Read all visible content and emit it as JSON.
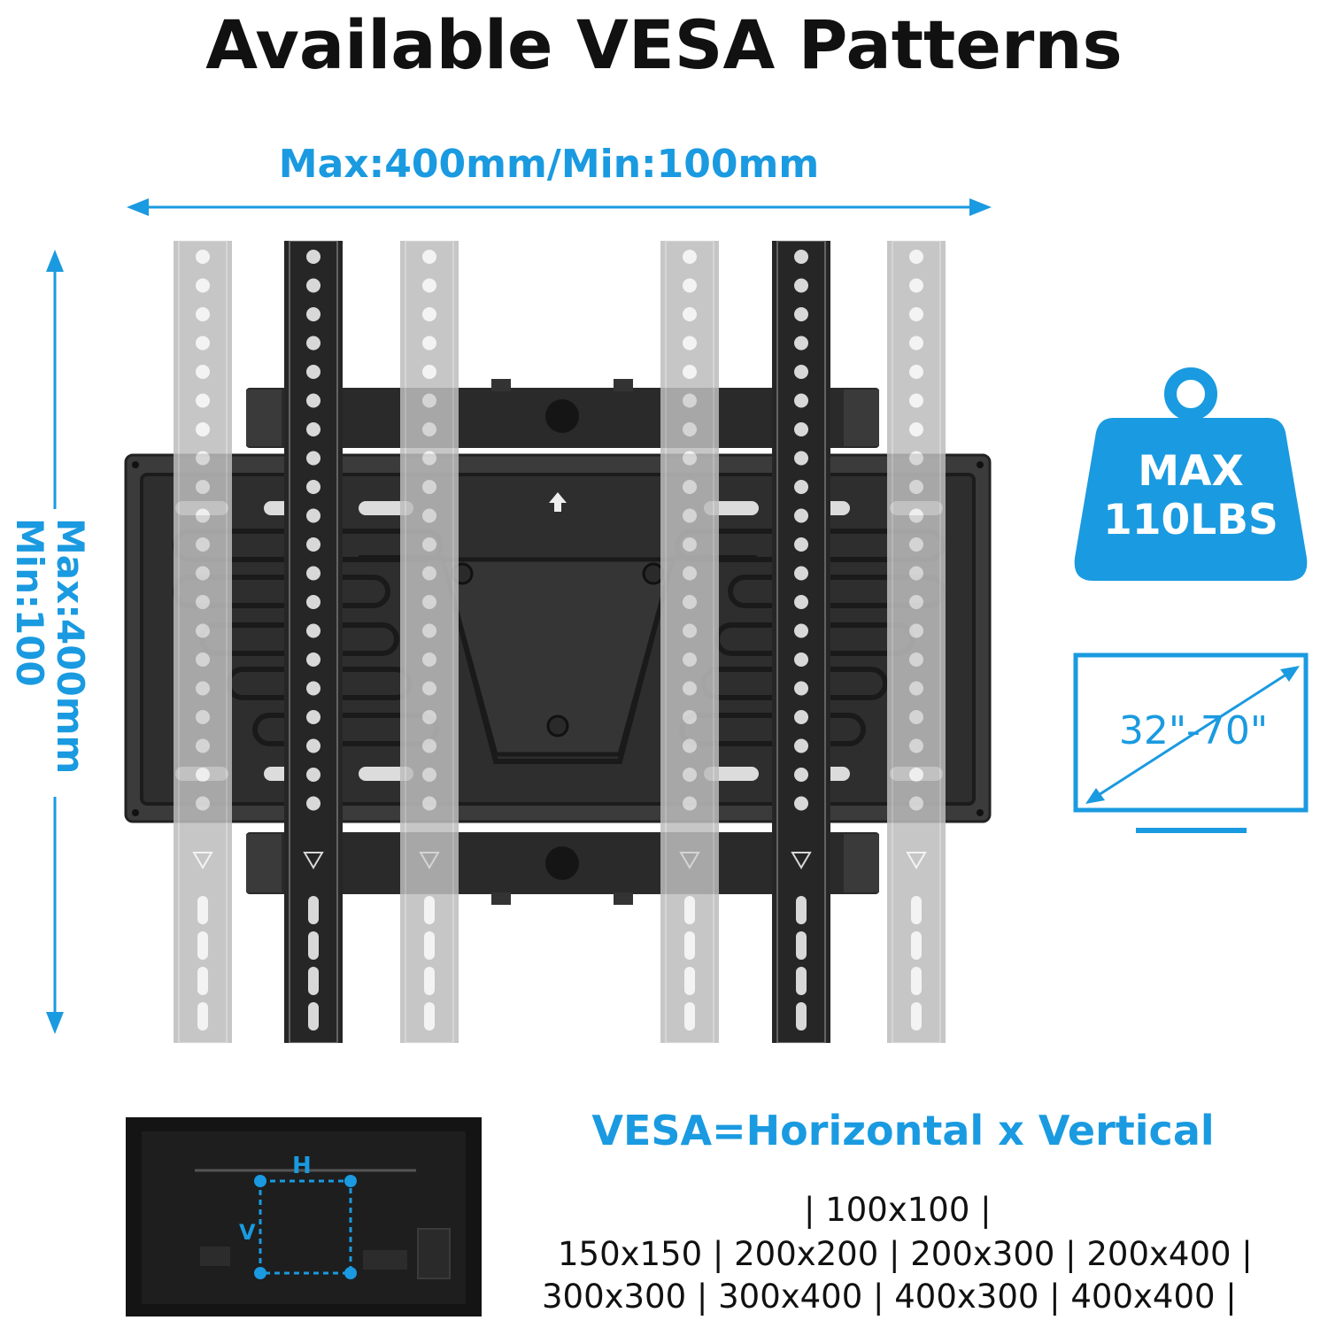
{
  "title": "Available VESA Patterns",
  "horizontal_dimension": "Max:400mm/Min:100mm",
  "vertical_dimension": {
    "max": "Max:400mm",
    "min": "Min:100"
  },
  "weight_badge": {
    "line1": "MAX",
    "line2": "110LBS"
  },
  "screen_size": "32\"-70\"",
  "vesa_formula": "VESA=Horizontal x Vertical",
  "tv_diagram": {
    "h_label": "H",
    "v_label": "V"
  },
  "patterns": {
    "line1": "| 100x100 |",
    "line2": "150x150 | 200x200 | 200x300 | 200x400 |",
    "line3": "300x300 | 300x400 | 400x300 | 400x400 |"
  },
  "colors": {
    "accent": "#1a9ae0",
    "bracket_dark": "#1f1f1f",
    "bracket_ghost": "#b8b8b8"
  },
  "icons": [
    "weight-icon",
    "tv-screen-icon",
    "arrow-up-icon"
  ]
}
